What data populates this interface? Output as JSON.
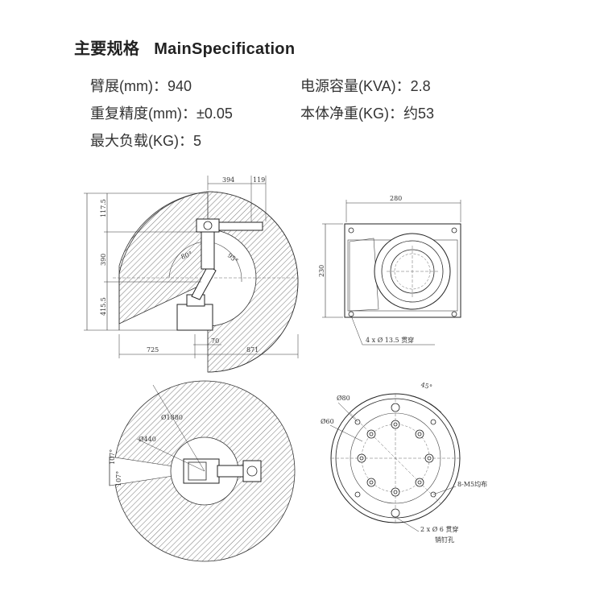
{
  "header": {
    "title_cn": "主要规格",
    "title_en": "MainSpecification"
  },
  "specs": {
    "reach": "臂展(mm)：940",
    "power": "电源容量(KVA)：2.8",
    "repeatability": "重复精度(mm)：±0.05",
    "weight": "本体净重(KG)：约53",
    "payload": "最大负载(KG)：5"
  },
  "side_view": {
    "dim_394": "394",
    "dim_119": "119",
    "dim_117_5": "117.5",
    "dim_390": "390",
    "dim_415_5": "415.5",
    "dim_725": "725",
    "dim_70": "70",
    "dim_871": "871",
    "angle_80": "80°",
    "angle_95": "95°"
  },
  "base_view": {
    "dim_280": "280",
    "dim_230": "230",
    "hole_note": "4 x Ø 13.5 贯穿"
  },
  "top_view": {
    "dim_1880": "Ø1880",
    "dim_440": "Ø440",
    "angle_107_a": "107°",
    "angle_107_b": "107°"
  },
  "flange_view": {
    "dim_80": "Ø80",
    "dim_60": "Ø60",
    "angle_45": "45°",
    "m5_note": "8-M5均布",
    "pin_note_1": "2 x Ø 6 贯穿",
    "pin_note_2": "销钉孔"
  },
  "colors": {
    "hatch": "#555555",
    "line": "#222222"
  }
}
